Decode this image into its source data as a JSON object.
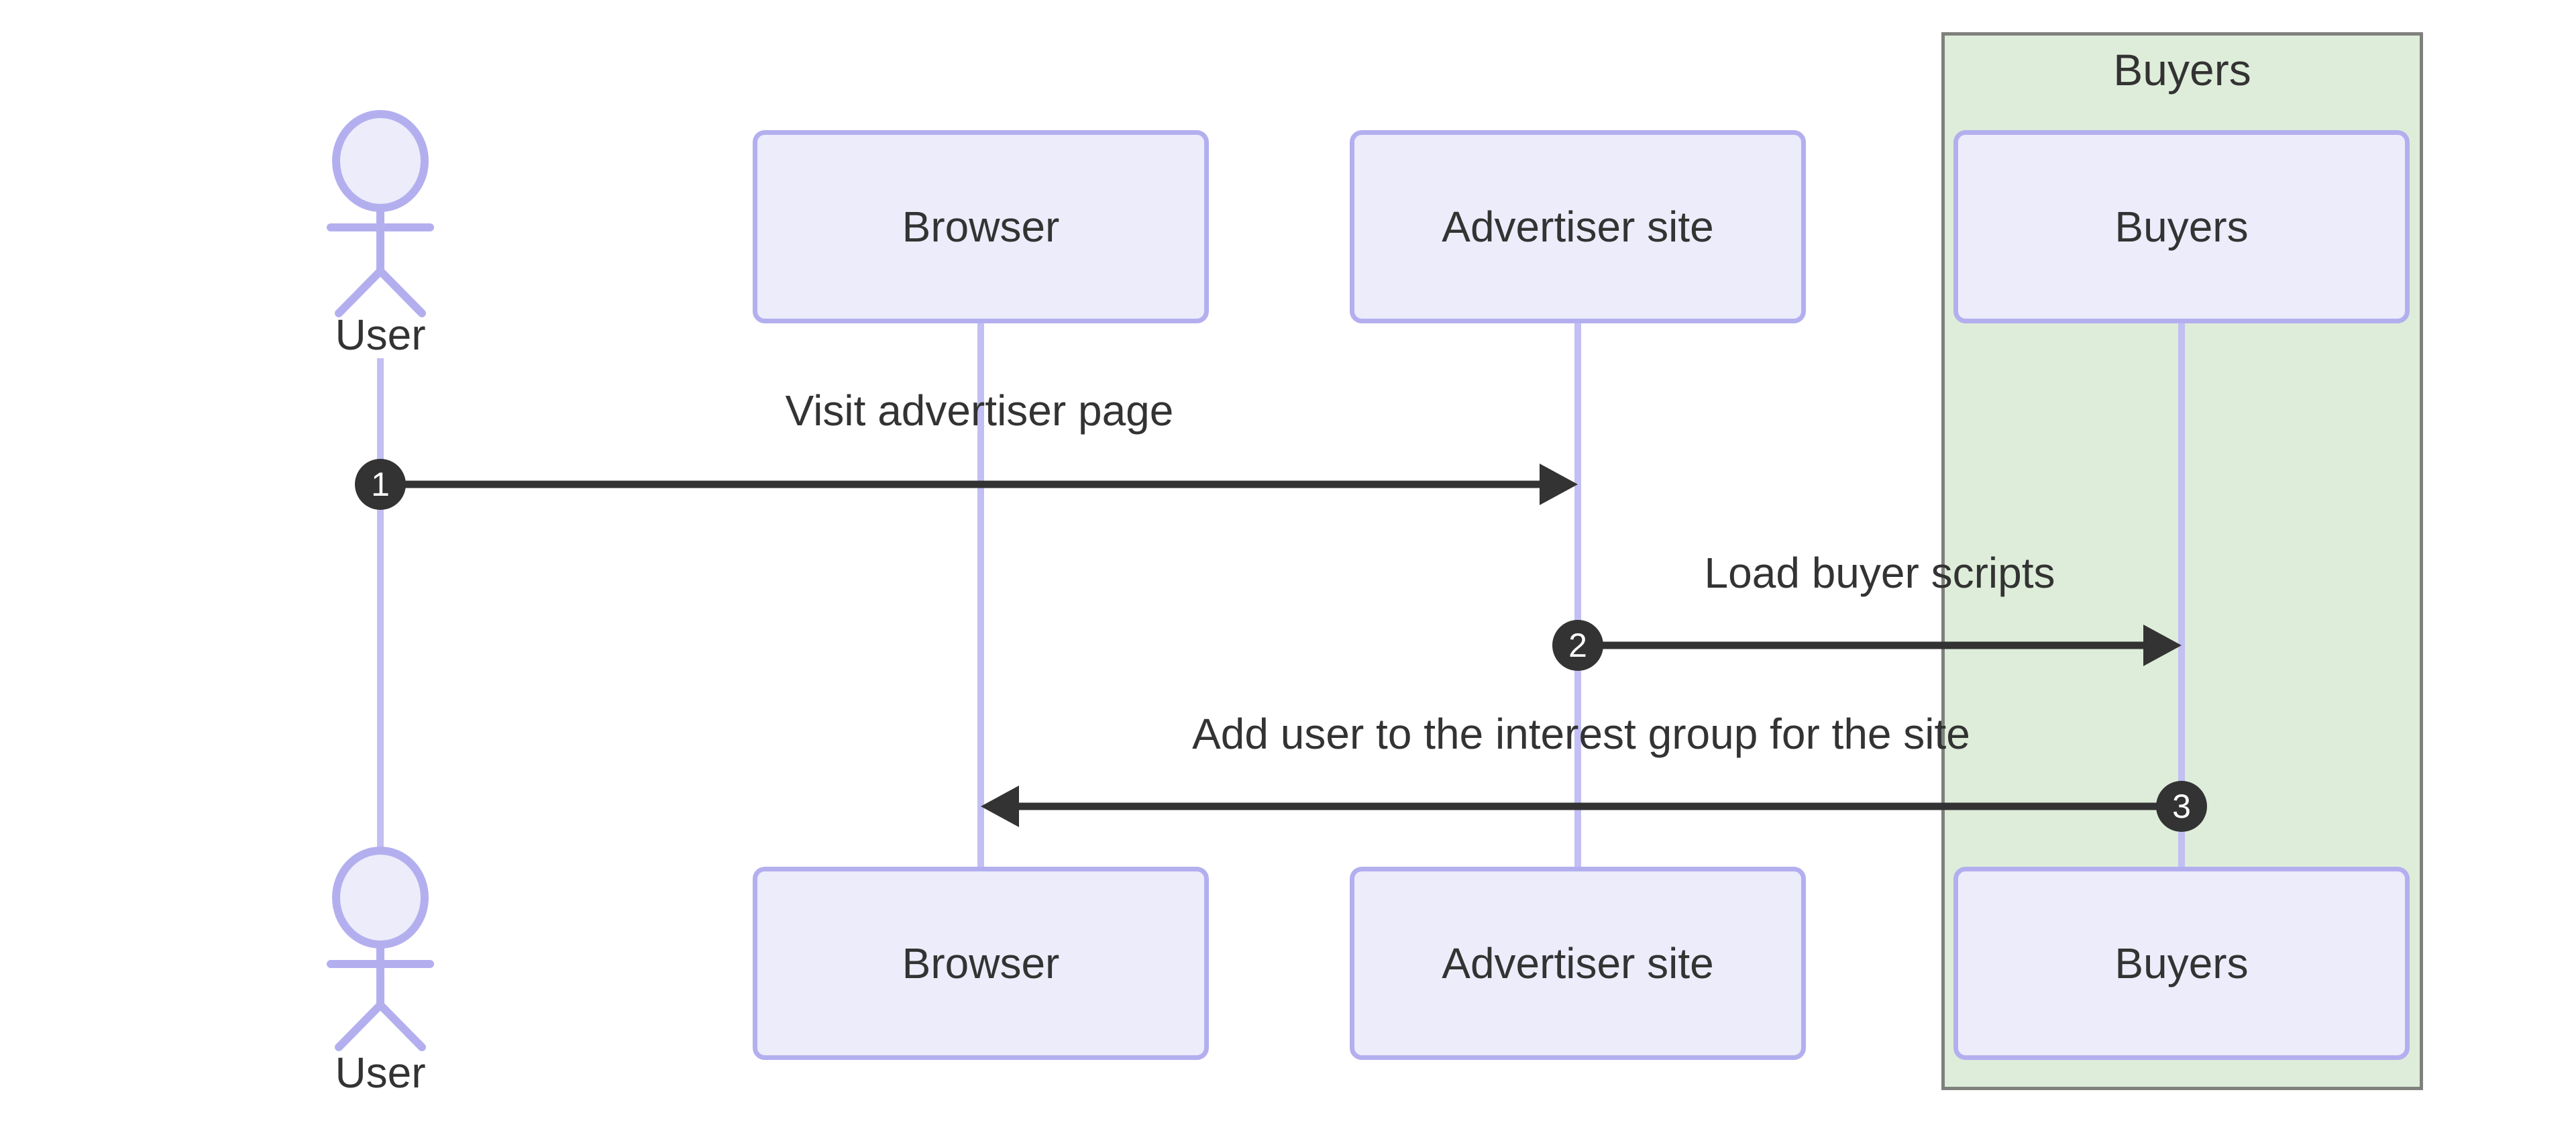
{
  "diagram": {
    "type": "sequence-diagram",
    "background": "#ffffff",
    "group": {
      "label": "Buyers"
    },
    "actor": {
      "label": "User"
    },
    "participants": [
      {
        "id": "browser",
        "label": "Browser"
      },
      {
        "id": "advertiser",
        "label": "Advertiser site"
      },
      {
        "id": "buyers",
        "label": "Buyers",
        "group": "Buyers"
      }
    ],
    "messages": [
      {
        "seq": "1",
        "text": "Visit advertiser page",
        "from": "User",
        "to": "Advertiser site",
        "direction": "right"
      },
      {
        "seq": "2",
        "text": "Load buyer scripts",
        "from": "Advertiser site",
        "to": "Buyers",
        "direction": "right"
      },
      {
        "seq": "3",
        "text": "Add user to the interest group for the site",
        "from": "Buyers",
        "to": "Browser",
        "direction": "left"
      }
    ],
    "colors": {
      "participant_fill": "#ececfb",
      "participant_border": "#b3afef",
      "lifeline": "#c2bff3",
      "actor_stroke": "#b3afef",
      "group_fill": "#deedd9",
      "group_border": "#7e817c",
      "arrow": "#333333",
      "text": "#333333",
      "seq_badge_fill": "#333333",
      "seq_badge_text": "#ffffff"
    }
  }
}
